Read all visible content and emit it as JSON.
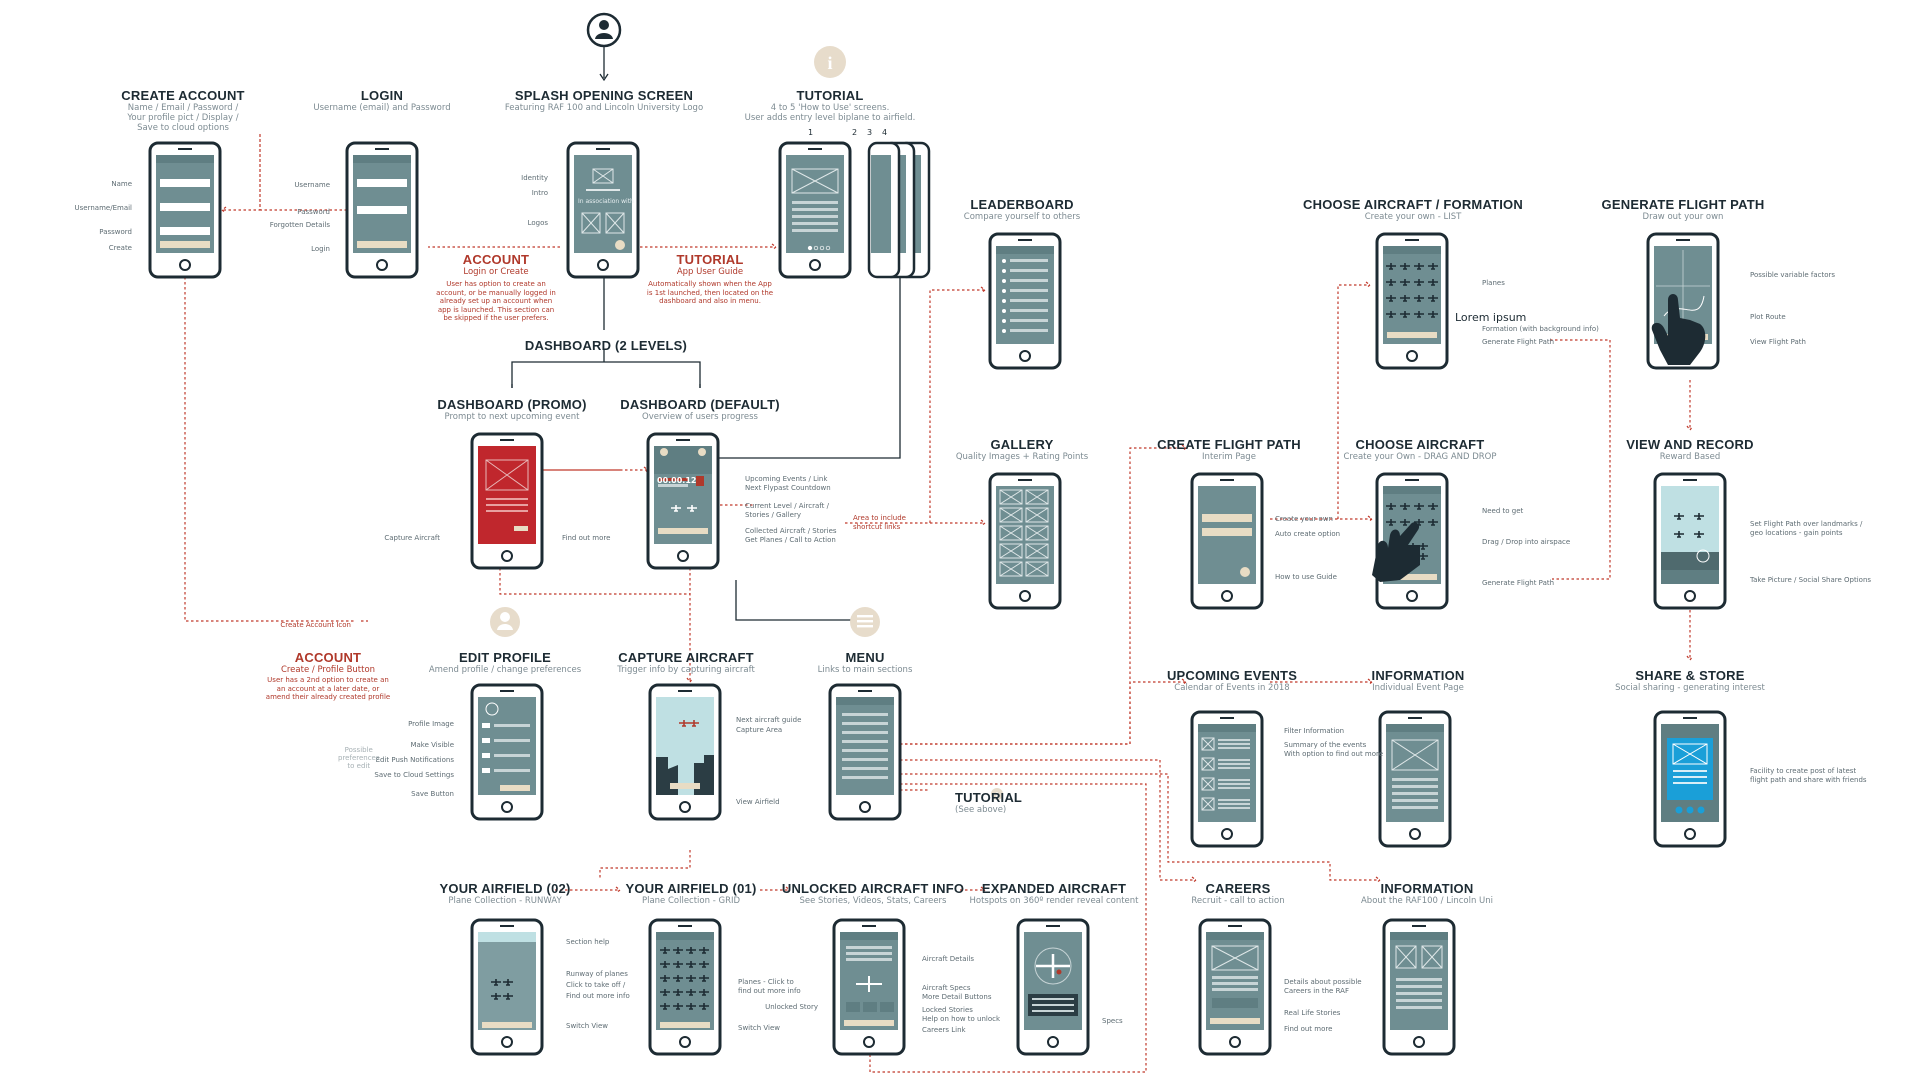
{
  "screens": {
    "create_account": {
      "title": "CREATE ACCOUNT",
      "subtitle": [
        "Name / Email / Password /",
        "Your profile pict / Display /",
        "Save to cloud options"
      ],
      "annotations": [
        "Name",
        "Username/Email",
        "Password",
        "Create"
      ]
    },
    "login": {
      "title": "LOGIN",
      "subtitle": [
        "Username (email) and Password"
      ],
      "annotations": [
        "Username",
        "Password",
        "Forgotten Details",
        "Login"
      ]
    },
    "splash": {
      "title": "SPLASH OPENING SCREEN",
      "subtitle": [
        "Featuring RAF 100 and Lincoln University Logo"
      ],
      "annotations": [
        "Identity",
        "Intro",
        "Logos"
      ],
      "screen_text": "In association with"
    },
    "tutorial": {
      "title": "TUTORIAL",
      "subtitle": [
        "4 to 5 'How to Use' screens.",
        "User adds entry level biplane to airfield."
      ],
      "numbers": [
        "1",
        "2",
        "3",
        "4"
      ]
    },
    "leaderboard": {
      "title": "LEADERBOARD",
      "subtitle": [
        "Compare yourself to others"
      ]
    },
    "gallery": {
      "title": "GALLERY",
      "subtitle": [
        "Quality Images + Rating Points"
      ]
    },
    "choose_list": {
      "title": "CHOOSE AIRCRAFT / FORMATION",
      "subtitle": [
        "Create your own  - LIST"
      ],
      "annotations": [
        "Planes",
        "Formation (with background info)",
        "Generate Flight Path"
      ],
      "overlay_text": "Lorem ipsum"
    },
    "generate_path": {
      "title": "GENERATE FLIGHT PATH",
      "subtitle": [
        "Draw out your own"
      ],
      "annotations": [
        "Possible variable factors",
        "Plot Route",
        "View Flight Path"
      ]
    },
    "create_path": {
      "title": "CREATE FLIGHT PATH",
      "subtitle": [
        "Interim Page"
      ],
      "annotations": [
        "Create your own",
        "Auto create option",
        "How to use Guide"
      ]
    },
    "choose_dnd": {
      "title": "CHOOSE AIRCRAFT",
      "subtitle": [
        "Create your Own  - DRAG AND DROP"
      ],
      "annotations": [
        "Need to get",
        "Drag / Drop into airspace",
        "Generate Flight Path"
      ]
    },
    "view_record": {
      "title": "VIEW AND RECORD",
      "subtitle": [
        "Reward Based"
      ],
      "annotations": [
        "Set Flight Path over landmarks /",
        "geo locations - gain points",
        "Take Picture / Social Share Options"
      ]
    },
    "share_store": {
      "title": "SHARE & STORE",
      "subtitle": [
        "Social  sharing - generating interest"
      ],
      "annotations": [
        "Facility to create post of latest",
        "flight path and share with friends"
      ]
    },
    "dashboard": {
      "title": "DASHBOARD (2 LEVELS)"
    },
    "dash_promo": {
      "title": "DASHBOARD (PROMO)",
      "subtitle": [
        "Prompt to next upcoming event"
      ],
      "annotations": [
        "Capture Aircraft",
        "Find out more"
      ]
    },
    "dash_default": {
      "title": "DASHBOARD (DEFAULT)",
      "subtitle": [
        "Overview of users progress"
      ],
      "annotations": [
        "Upcoming Events /  Link",
        "Next Flypast Countdown",
        "Current Level / Aircraft /",
        "Stories / Gallery",
        "Collected Aircraft / Stories",
        "Get Planes / Call to Action"
      ],
      "countdown": "00.00.12",
      "shortcut_note": [
        "Area to include",
        "shortcut links"
      ]
    },
    "account_note": {
      "title": "ACCOUNT",
      "subtitle": [
        "Login or Create"
      ],
      "note": [
        "User has option to create an",
        "account, or be manually logged in",
        "already set up an account when",
        "app is launched. This section can",
        "be skipped if the user prefers."
      ]
    },
    "tutorial_note": {
      "title": "TUTORIAL",
      "subtitle": [
        "App User Guide"
      ],
      "note": [
        "Automatically shown when the App",
        "is 1st launched, then located on the",
        "dashboard and also in menu."
      ]
    },
    "account_note2": {
      "title": "ACCOUNT",
      "subtitle": [
        "Create / Profile Button"
      ],
      "note": [
        "User has a 2nd option to create an",
        "an account at a later date, or",
        "amend their already created profile"
      ],
      "link_label": "Create Account Icon"
    },
    "edit_profile": {
      "title": "EDIT PROFILE",
      "subtitle": [
        "Amend profile / change preferences"
      ],
      "annotations": [
        "Profile Image",
        "Make Visible",
        "Edit Push Notifications",
        "Save to Cloud Settings",
        "Save Button"
      ],
      "side_note": [
        "Possible",
        "preferences",
        "to edit"
      ]
    },
    "capture": {
      "title": "CAPTURE AIRCRAFT",
      "subtitle": [
        "Trigger info by capturing aircraft"
      ],
      "annotations": [
        "Next aircraft guide",
        "Capture Area",
        "View Airfield"
      ]
    },
    "menu": {
      "title": "MENU",
      "subtitle": [
        "Links to main sections"
      ]
    },
    "tutorial_ref": {
      "title": "TUTORIAL",
      "subtitle": [
        "(See above)"
      ]
    },
    "upcoming": {
      "title": "UPCOMING EVENTS",
      "subtitle": [
        "Calendar of Events in 2018"
      ],
      "annotations": [
        "Filter Information",
        "Summary of the events",
        "With option to find out more"
      ]
    },
    "info_event": {
      "title": "INFORMATION",
      "subtitle": [
        "Individual Event Page"
      ]
    },
    "airfield2": {
      "title": "YOUR AIRFIELD (02)",
      "subtitle": [
        "Plane Collection - RUNWAY"
      ],
      "annotations": [
        "Section help",
        "Runway of planes",
        "Click to take off /",
        "Find out more info",
        "Switch View"
      ]
    },
    "airfield1": {
      "title": "YOUR AIRFIELD (01)",
      "subtitle": [
        "Plane Collection - GRID"
      ],
      "annotations": [
        "Planes - Click to",
        "find out more info",
        "Switch View"
      ]
    },
    "unlocked": {
      "title": "UNLOCKED AIRCRAFT INFO",
      "subtitle": [
        "See Stories, Videos, Stats, Careers"
      ],
      "annotations": [
        "Aircraft Details",
        "Aircraft Specs",
        "More Detail Buttons",
        "Locked Stories",
        "Help on how to unlock",
        "Careers Link",
        "Unlocked Story"
      ]
    },
    "expanded": {
      "title": "EXPANDED AIRCRAFT",
      "subtitle": [
        "Hotspots on 360º render reveal content"
      ],
      "annotations": [
        "Specs"
      ]
    },
    "careers": {
      "title": "CAREERS",
      "subtitle": [
        "Recruit - call to action"
      ],
      "annotations": [
        "Details about possible",
        "Careers in the RAF",
        "Real Life Stories",
        "Find out more"
      ]
    },
    "info_raf": {
      "title": "INFORMATION",
      "subtitle": [
        "About the RAF100 / Lincoln Uni"
      ]
    }
  },
  "colors": {
    "screen": "#6f8e92",
    "frame": "#1d2b33",
    "accent": "#b0392b",
    "beige": "#e8dcc4",
    "sky": "#bfe0e3",
    "blue": "#1a9fd8",
    "promo": "#c0272d",
    "connector": "#c0392b"
  },
  "icons": [
    "user-icon",
    "info-icon",
    "menu-icon",
    "hand-icon"
  ]
}
